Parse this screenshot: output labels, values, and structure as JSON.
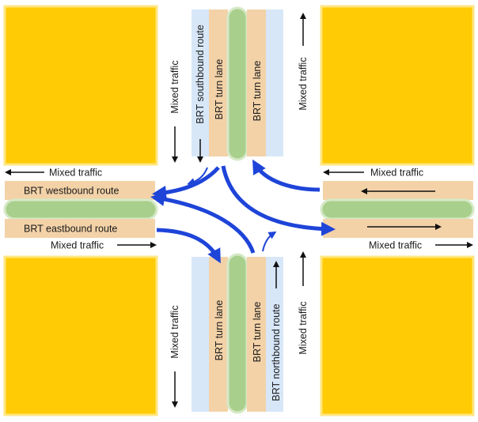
{
  "colors": {
    "block": "#FFCB05",
    "block_edge": "#FFE680",
    "bus_lane": "#F3D2A8",
    "median": "#A9CF8C",
    "median_edge": "#D5E9C6",
    "mixed_edge_lane": "#D7E7F8",
    "arrow_blue": "#1E44D8",
    "arrow_black": "#111111"
  },
  "labels": {
    "mixed_traffic": "Mixed traffic",
    "brt_turn_lane": "BRT turn lane",
    "brt_southbound": "BRT southbound route",
    "brt_northbound": "BRT northbound route",
    "brt_westbound": "BRT westbound route",
    "brt_eastbound": "BRT eastbound route"
  }
}
